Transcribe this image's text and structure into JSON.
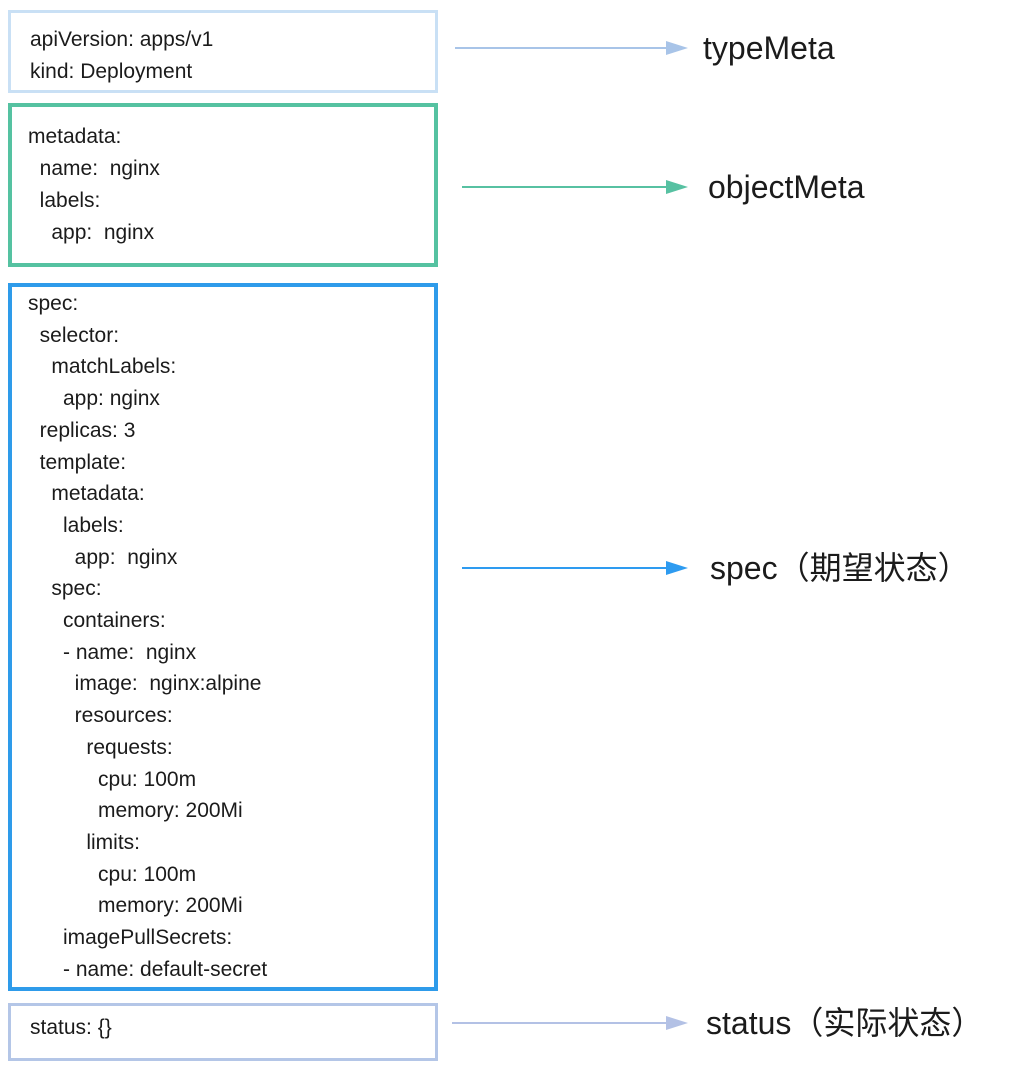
{
  "diagram": {
    "background_color": "#ffffff",
    "text_color": "#1b1b1b"
  },
  "sections": [
    {
      "key": "typeMeta",
      "label": "typeMeta",
      "box_border_color": "#c9e0f5",
      "arrow_color": "#a8c4e8",
      "yaml_lines": [
        "apiVersion: apps/v1",
        "kind: Deployment"
      ]
    },
    {
      "key": "objectMeta",
      "label": "objectMeta",
      "box_border_color": "#55c2a1",
      "arrow_color": "#57c1a2",
      "yaml_lines": [
        "metadata:",
        "  name:  nginx",
        "  labels:",
        "    app:  nginx"
      ]
    },
    {
      "key": "spec",
      "label": "spec（期望状态）",
      "box_border_color": "#2e9bea",
      "arrow_color": "#2e9bf0",
      "yaml_lines": [
        "spec:",
        "  selector:",
        "    matchLabels:",
        "      app: nginx",
        "  replicas: 3",
        "  template:",
        "    metadata:",
        "      labels:",
        "        app:  nginx",
        "    spec:",
        "      containers:",
        "      - name:  nginx",
        "        image:  nginx:alpine",
        "        resources:",
        "          requests:",
        "            cpu: 100m",
        "            memory: 200Mi",
        "          limits:",
        "            cpu: 100m",
        "            memory: 200Mi",
        "      imagePullSecrets:",
        "      - name: default-secret"
      ]
    },
    {
      "key": "status",
      "label": "status（实际状态）",
      "box_border_color": "#b4c6e7",
      "arrow_color": "#b3c1e5",
      "yaml_lines": [
        "status: {}"
      ]
    }
  ]
}
